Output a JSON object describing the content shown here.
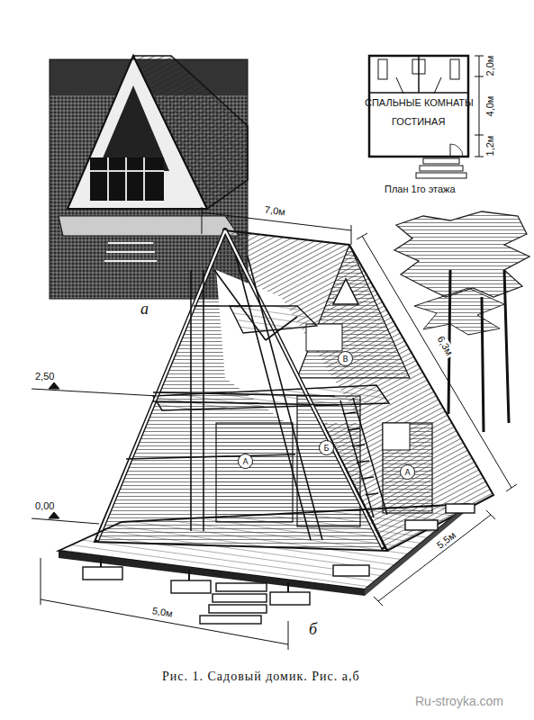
{
  "diagram": {
    "caption": "Рис. 1. Садовый домик. Рис. а,б",
    "nodes": [
      {
        "text": [
          "В"
        ]
      },
      {
        "text": [
          "А"
        ]
      },
      {
        "text": [
          "Б"
        ]
      },
      {
        "text": [
          "А"
        ]
      }
    ],
    "labels": [
      "а",
      "СПАЛЬНЫЕ КОМНАТЫ",
      "ГОСТИНАЯ",
      "2,0м",
      "4,0м",
      "1,2м",
      "План 1го этажа",
      "7,0м",
      "6,3м",
      "2,50",
      "0,00",
      "5,5м",
      "5,0м",
      "б",
      "Ru-stroyka.com"
    ]
  }
}
